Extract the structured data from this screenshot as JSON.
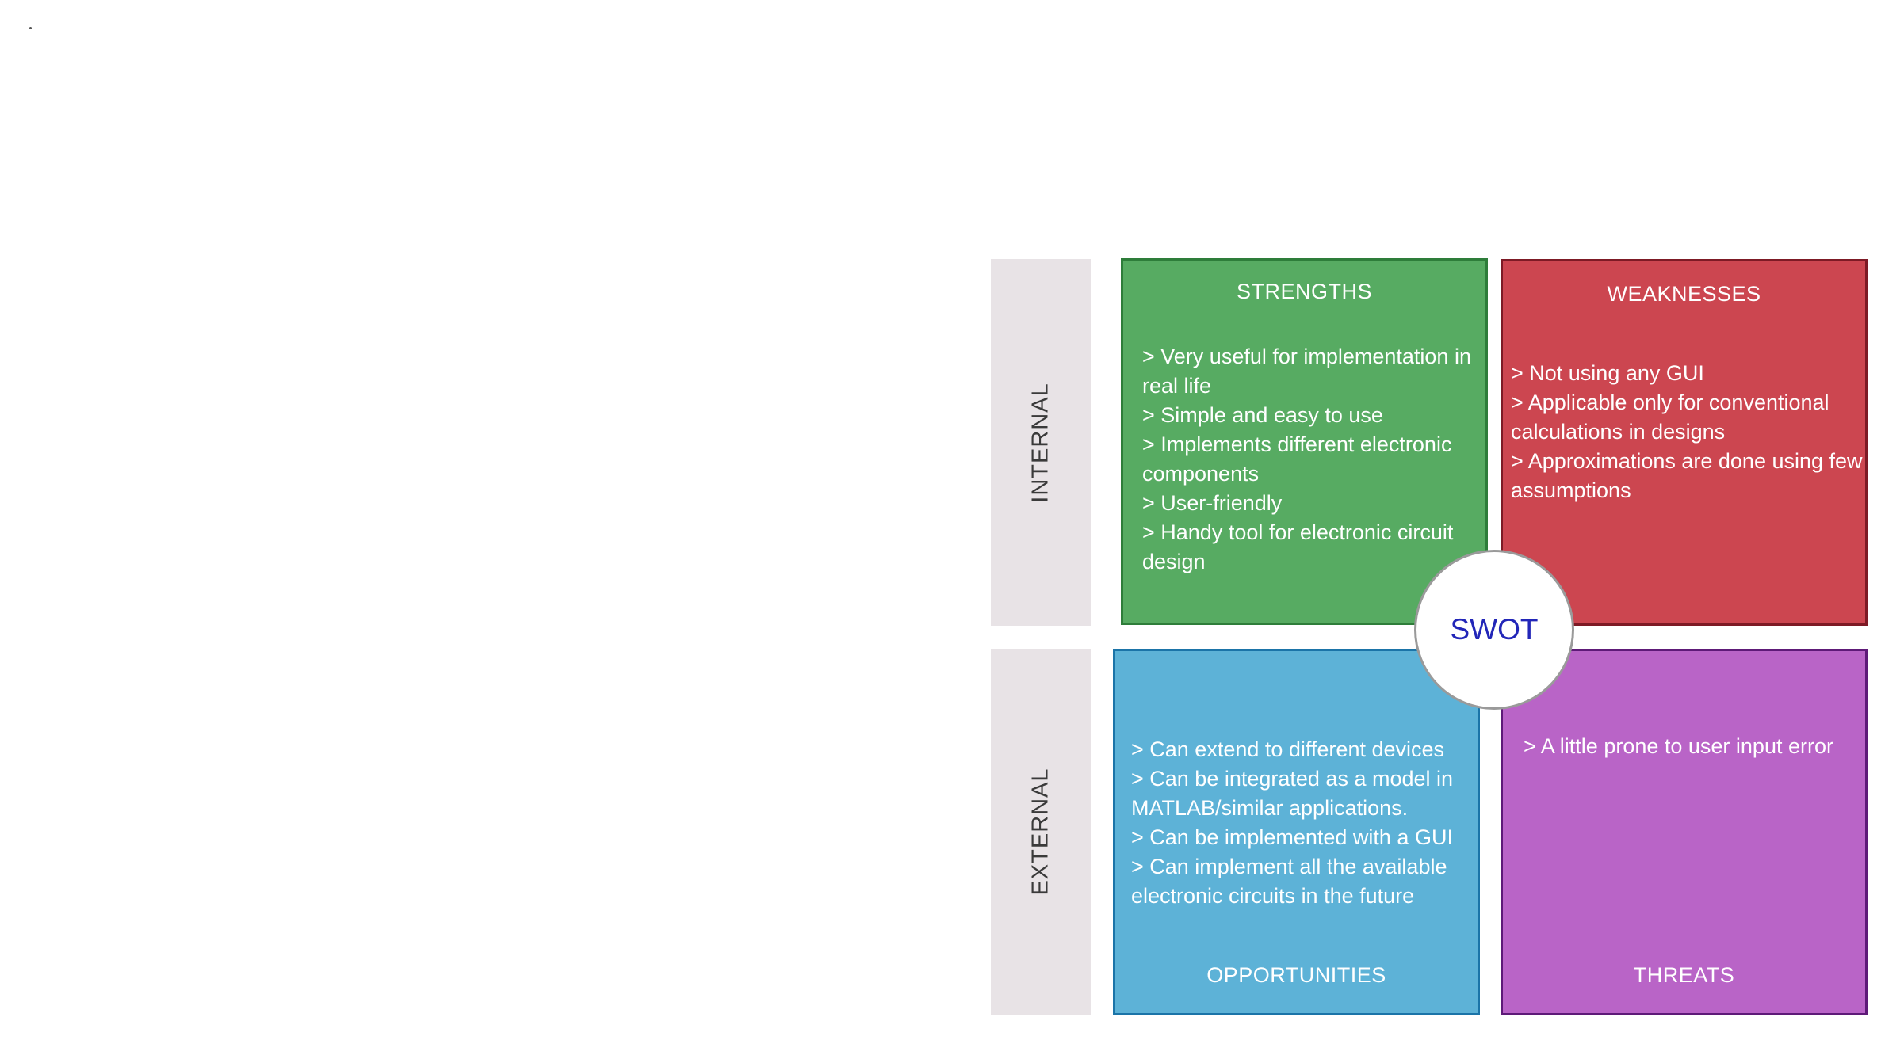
{
  "rows": {
    "internal_label": "INTERNAL",
    "external_label": "EXTERNAL"
  },
  "center_label": "SWOT",
  "quadrants": {
    "strengths": {
      "title": "STRENGTHS",
      "items": [
        "> Very useful for implementation in real life",
        "> Simple and easy to use",
        "> Implements different electronic components",
        "> User-friendly",
        "> Handy tool for electronic circuit design"
      ]
    },
    "weaknesses": {
      "title": "WEAKNESSES",
      "items": [
        "> Not using any GUI",
        "> Applicable only for conventional calculations in designs",
        "> Approximations are done using few assumptions"
      ]
    },
    "opportunities": {
      "title": "OPPORTUNITIES",
      "items": [
        "> Can extend to different devices",
        "> Can be integrated as a model in MATLAB/similar applications.",
        "> Can be implemented with a GUI",
        "> Can implement all the available electronic circuits in the future"
      ]
    },
    "threats": {
      "title": "THREATS",
      "items": [
        "> A little prone to user input error"
      ]
    }
  },
  "colors": {
    "strengths": "#57ab62",
    "weaknesses": "#cc4650",
    "opportunities": "#5db2d7",
    "threats": "#b964c7",
    "row_band": "#e8e3e6",
    "center_text": "#2226b8"
  }
}
